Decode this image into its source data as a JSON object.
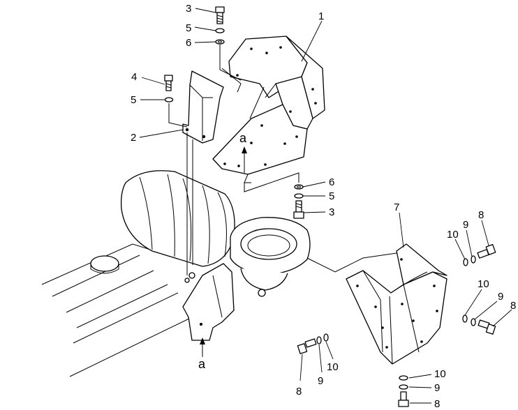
{
  "labels": {
    "p1": "1",
    "p2": "2",
    "p3_top": "3",
    "p3_mid": "3",
    "p4": "4",
    "p5_top": "5",
    "p5_left": "5",
    "p5_mid": "5",
    "p6_top": "6",
    "p6_mid": "6",
    "p7": "7",
    "p8_a": "8",
    "p9_a": "9",
    "p10_a": "10",
    "p10_b": "10",
    "p9_b": "9",
    "p8_b": "8",
    "p8_c": "8",
    "p9_c": "9",
    "p10_c": "10",
    "p10_d": "10",
    "p9_d": "9",
    "p8_d": "8",
    "a_upper": "a",
    "a_lower": "a"
  }
}
